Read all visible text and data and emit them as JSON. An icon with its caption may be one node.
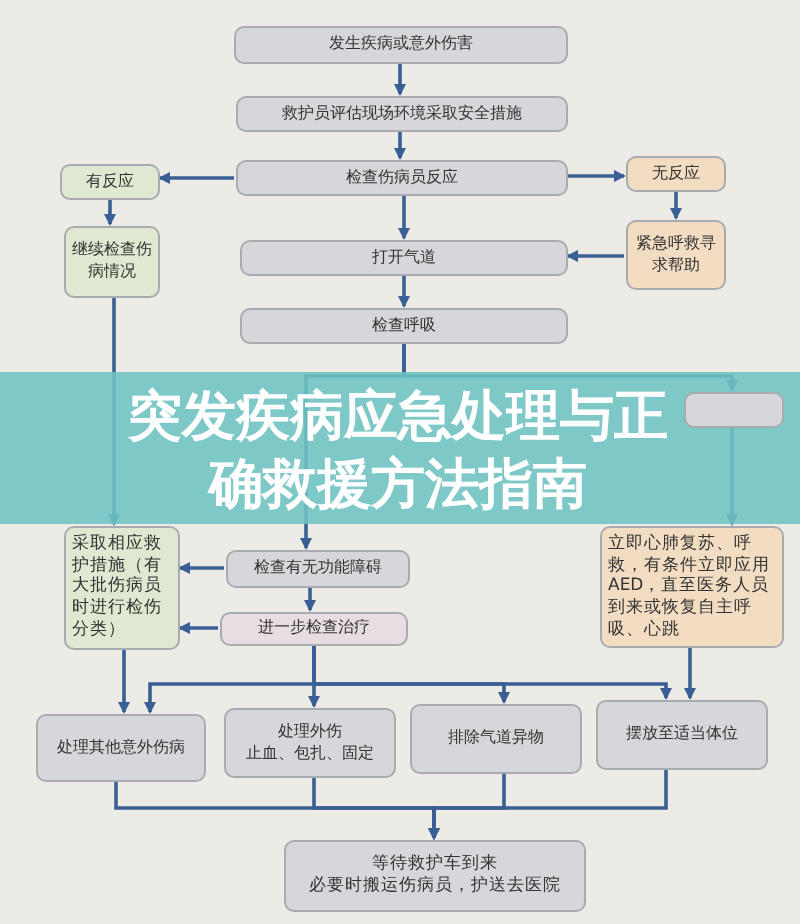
{
  "diagram": {
    "title": "突发疾病应急处理与正确救援方法指南",
    "nodes": [
      {
        "text": [
          "发生疾病或意外伤害"
        ]
      },
      {
        "text": [
          "救护员评估现场环境采取安全措施"
        ]
      },
      {
        "text": [
          "检查伤病员反应"
        ]
      },
      {
        "text": [
          "有反应"
        ]
      },
      {
        "text": [
          "继续检查伤病情况"
        ]
      },
      {
        "text": [
          "无反应"
        ]
      },
      {
        "text": [
          "紧急呼救寻求帮助"
        ]
      },
      {
        "text": [
          "打开气道"
        ]
      },
      {
        "text": [
          "检查呼吸"
        ]
      },
      {
        "text": [],
        "shape": "box"
      },
      {
        "text": [
          "检查有无功能障碍"
        ]
      },
      {
        "text": [
          "采取相应救护措施（有大批伤病员时进行检伤分类）"
        ]
      },
      {
        "text": [
          "立即心肺复苏、呼救，有条件立即应用AED，直至医务人员到来或恢复自主呼吸、心跳"
        ]
      },
      {
        "text": [
          "进一步检查治疗"
        ]
      },
      {
        "text": [
          "处理其他意外伤病"
        ]
      },
      {
        "text": [
          "处理外伤",
          "止血、包扎、固定"
        ]
      },
      {
        "text": [
          "排除气道异物"
        ]
      },
      {
        "text": [
          "摆放至适当体位"
        ]
      },
      {
        "text": [
          "等待救护车到来",
          "必要时搬运伤病员，护送去医院"
        ]
      }
    ],
    "edges": [
      {
        "from": 0,
        "to": 1,
        "arrow": "to"
      },
      {
        "from": 1,
        "to": 2,
        "arrow": "to"
      },
      {
        "from": 2,
        "to": 3,
        "arrow": "to"
      },
      {
        "from": 2,
        "to": 5,
        "arrow": "to"
      },
      {
        "from": 3,
        "to": 4,
        "arrow": "to"
      },
      {
        "from": 5,
        "to": 6,
        "arrow": "to"
      },
      {
        "from": 6,
        "to": 7,
        "arrow": "to"
      },
      {
        "from": 2,
        "to": 7,
        "arrow": "to"
      },
      {
        "from": 7,
        "to": 8,
        "arrow": "to"
      },
      {
        "from": 8,
        "to": 9,
        "arrow": "to"
      },
      {
        "from": 8,
        "to": 10,
        "arrow": "to"
      },
      {
        "from": 4,
        "to": 11,
        "arrow": "to"
      },
      {
        "from": 10,
        "to": 11,
        "arrow": "to"
      },
      {
        "from": 10,
        "to": 13,
        "arrow": "to"
      },
      {
        "from": 13,
        "to": 11,
        "arrow": "to"
      },
      {
        "from": 9,
        "to": 12,
        "arrow": "to"
      },
      {
        "from": 11,
        "to": 14,
        "arrow": "to"
      },
      {
        "from": 13,
        "to": 14,
        "arrow": "to"
      },
      {
        "from": 13,
        "to": 15,
        "arrow": "to"
      },
      {
        "from": 13,
        "to": 16,
        "arrow": "to"
      },
      {
        "from": 13,
        "to": 17,
        "arrow": "to"
      },
      {
        "from": 12,
        "to": 17,
        "arrow": "to"
      },
      {
        "from": 14,
        "to": 18,
        "arrow": "to"
      },
      {
        "from": 15,
        "to": 18,
        "arrow": "to"
      },
      {
        "from": 16,
        "to": 18,
        "arrow": "to"
      },
      {
        "from": 17,
        "to": 18,
        "arrow": "to"
      }
    ]
  }
}
